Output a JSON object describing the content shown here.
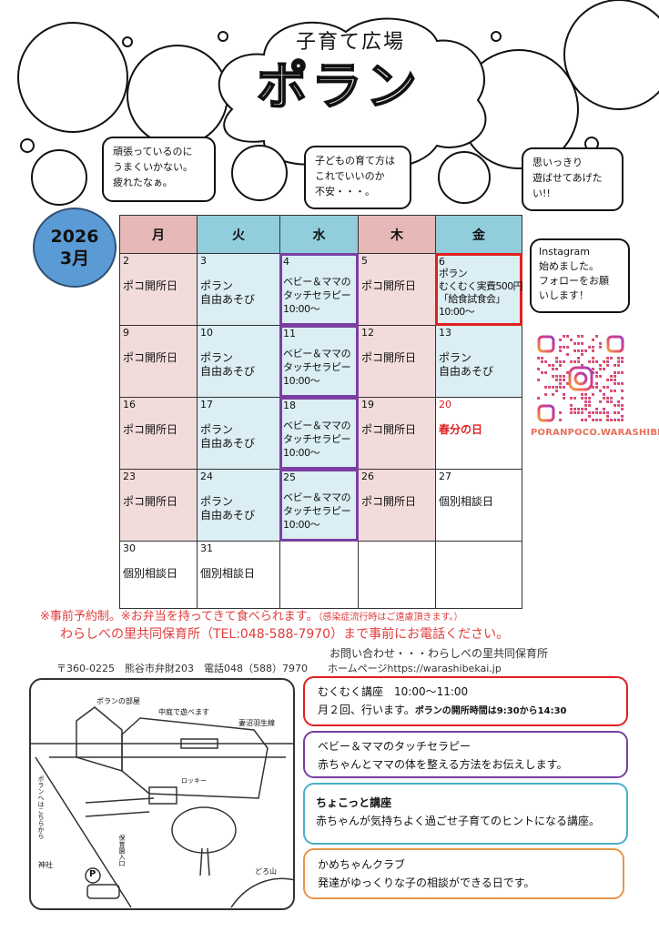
{
  "header": {
    "subtitle": "子育て広場",
    "title": "ポラン",
    "bubbles": [
      "頑張っているのに\nうまくいかない。\n疲れたなぁ。",
      "子どもの育て方は\nこれでいいのか\n不安・・・。",
      "思いっきり\n遊ばせてあげた\nい!!"
    ]
  },
  "badge": {
    "year": "2026",
    "month": "3月"
  },
  "calendar": {
    "weekdays": [
      "月",
      "火",
      "水",
      "木",
      "金"
    ],
    "weeks": [
      [
        {
          "day": "2",
          "text": "ポコ開所日",
          "bg": "pink"
        },
        {
          "day": "3",
          "text": "ポラン\n自由あそび",
          "bg": "blue"
        },
        {
          "day": "4",
          "text": "ベビー＆ママの\nタッチセラピー\n10:00〜",
          "bg": "blue",
          "border": "purple"
        },
        {
          "day": "5",
          "text": "ポコ開所日",
          "bg": "pink"
        },
        {
          "day": "6",
          "text": "ポラン\nむくむく実費500円\n「給食試食会」\n10:00〜",
          "bg": "blue",
          "border": "red"
        }
      ],
      [
        {
          "day": "9",
          "text": "ポコ開所日",
          "bg": "pink"
        },
        {
          "day": "10",
          "text": "ポラン\n自由あそび",
          "bg": "blue"
        },
        {
          "day": "11",
          "text": "ベビー＆ママの\nタッチセラピー\n10:00〜",
          "bg": "blue",
          "border": "purple"
        },
        {
          "day": "12",
          "text": "ポコ開所日",
          "bg": "pink"
        },
        {
          "day": "13",
          "text": "ポラン\n自由あそび",
          "bg": "blue"
        }
      ],
      [
        {
          "day": "16",
          "text": "ポコ開所日",
          "bg": "pink"
        },
        {
          "day": "17",
          "text": "ポラン\n自由あそび",
          "bg": "blue"
        },
        {
          "day": "18",
          "text": "ベビー＆ママの\nタッチセラピー\n10:00〜",
          "bg": "blue",
          "border": "purple"
        },
        {
          "day": "19",
          "text": "ポコ開所日",
          "bg": "pink"
        },
        {
          "day": "20",
          "text": "春分の日",
          "bg": "white",
          "holiday": true
        }
      ],
      [
        {
          "day": "23",
          "text": "ポコ開所日",
          "bg": "pink"
        },
        {
          "day": "24",
          "text": "ポラン\n自由あそび",
          "bg": "blue"
        },
        {
          "day": "25",
          "text": "ベビー＆ママの\nタッチセラピー\n10:00〜",
          "bg": "blue",
          "border": "purple"
        },
        {
          "day": "26",
          "text": "ポコ開所日",
          "bg": "pink"
        },
        {
          "day": "27",
          "text": "個別相談日",
          "bg": "white"
        }
      ],
      [
        {
          "day": "30",
          "text": "個別相談日",
          "bg": "white"
        },
        {
          "day": "31",
          "text": "個別相談日",
          "bg": "white"
        },
        {
          "day": "",
          "text": "",
          "bg": "white"
        },
        {
          "day": "",
          "text": "",
          "bg": "white"
        },
        {
          "day": "",
          "text": "",
          "bg": "white"
        }
      ]
    ]
  },
  "instagram": {
    "bubble": "Instagram\n始めました。\nフォローをお願\nいします！",
    "handle": "PORANPOCO.WARASHIBE"
  },
  "notes": {
    "line1": "※事前予約制。※お弁当を持ってきて食べられます。",
    "line1_small": "（感染症流行時はご遠慮頂きます。）",
    "line2": "わらしべの里共同保育所（TEL:048-588-7970）まで事前にお電話ください。"
  },
  "contact": {
    "line1": "お問い合わせ・・・わらしべの里共同保育所",
    "line2": "〒360-0225　熊谷市弁財203　電話048（588）7970　　ホームページhttps://warashibekai.jp"
  },
  "map": {
    "labels": [
      "ポランの部屋",
      "中庭で遊べます",
      "妻沼羽生線",
      "ロッキー",
      "ポランへはこちらから",
      "神社",
      "保育園入口",
      "どろ山",
      "P"
    ]
  },
  "info": [
    {
      "title": "むくむく講座　10:00〜11:00",
      "body": "月２回、行います。",
      "note": "ポランの開所時間は9:30から14:30",
      "color": "#e02020"
    },
    {
      "title": "ベビー＆ママのタッチセラピー",
      "body": "赤ちゃんとママの体を整える方法をお伝えします。",
      "color": "#7a3fa0"
    },
    {
      "title": "ちょこっと講座",
      "body": "赤ちゃんが気持ちよく過ごせ子育てのヒントになる講座。",
      "color": "#4aaec8"
    },
    {
      "title": "かめちゃんクラブ",
      "body": "発達がゆっくりな子の相談ができる日です。",
      "color": "#e8954a"
    }
  ]
}
